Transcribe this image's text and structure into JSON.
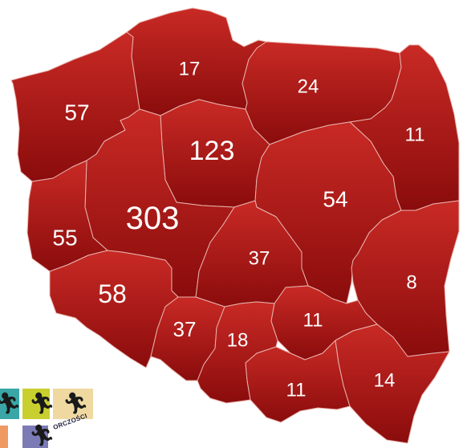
{
  "map": {
    "fill_color": "#b01c1c",
    "fill_light": "#c92a25",
    "fill_dark": "#8a0c0c",
    "border_color": "#e9b3ae",
    "label_color": "#ffffff",
    "regions": [
      {
        "id": "zachodniopomorskie",
        "value": "57"
      },
      {
        "id": "pomorskie",
        "value": "17"
      },
      {
        "id": "warminsko-mazurskie",
        "value": "24"
      },
      {
        "id": "podlaskie",
        "value": "11"
      },
      {
        "id": "kujawsko-pomorskie",
        "value": "123"
      },
      {
        "id": "wielkopolskie",
        "value": "303"
      },
      {
        "id": "lubuskie",
        "value": "55"
      },
      {
        "id": "mazowieckie",
        "value": "54"
      },
      {
        "id": "lodzkie",
        "value": "37"
      },
      {
        "id": "dolnoslaskie",
        "value": "58"
      },
      {
        "id": "lubelskie",
        "value": "8"
      },
      {
        "id": "opolskie",
        "value": "37"
      },
      {
        "id": "slaskie",
        "value": "18"
      },
      {
        "id": "swietokrzyskie",
        "value": "11"
      },
      {
        "id": "malopolskie",
        "value": "11"
      },
      {
        "id": "podkarpackie",
        "value": "14"
      }
    ]
  },
  "logo": {
    "icon": "running-figure-icon",
    "tile_colors": [
      "#3aa6a6",
      "#c9cf2e",
      "#efd9a0",
      "#ef9a62",
      "#7d7bb6"
    ],
    "text": "ORCZOŚCI"
  }
}
